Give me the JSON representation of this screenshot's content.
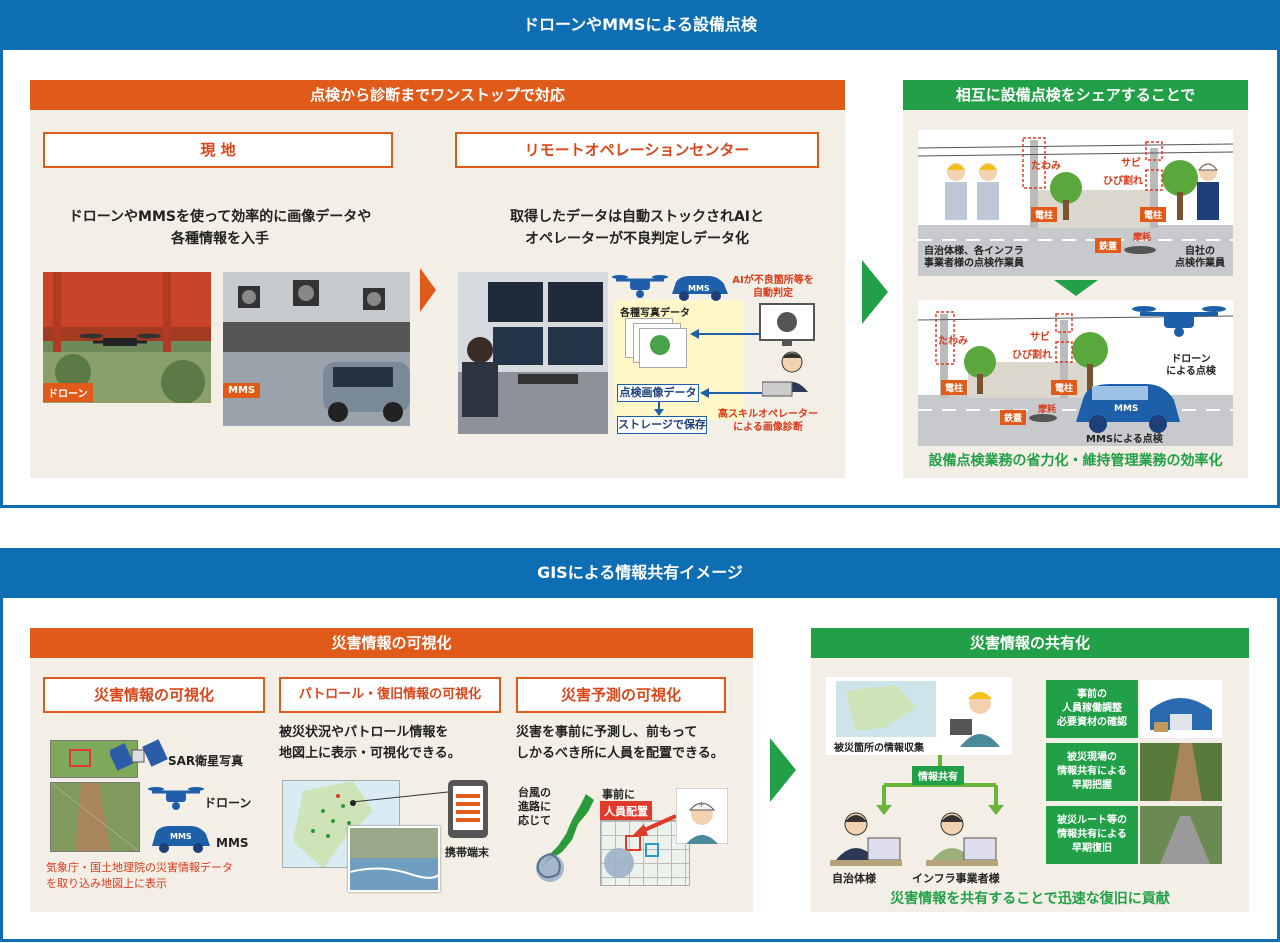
{
  "section1": {
    "title": "ドローンやMMSによる設備点検",
    "left": {
      "header": "点検から診断までワンストップで対応",
      "genchi": {
        "label": "現 地",
        "desc_l1": "ドローンやMMSを使って効率的に画像データや",
        "desc_l2": "各種情報を入手",
        "tag_drone": "ドローン",
        "tag_mms": "MMS"
      },
      "remote": {
        "label": "リモートオペレーションセンター",
        "desc_l1": "取得したデータは自動ストックされAIと",
        "desc_l2": "オペレーターが不良判定しデータ化",
        "mms_badge": "MMS",
        "images_label": "各種写真データ",
        "ai_l1": "AIが不良箇所等を",
        "ai_l2": "自動判定",
        "inspection_data": "点検画像データ",
        "storage": "ストレージで保存",
        "op_l1": "高スキルオペレーター",
        "op_l2": "による画像診断"
      }
    },
    "right": {
      "header": "相互に設備点検をシェアすることで",
      "top": {
        "tawami": "たわみ",
        "sabi": "サビ",
        "hibiware": "ひび割れ",
        "pole1": "電柱",
        "pole2": "電柱",
        "tekkai": "鉄蓋",
        "mamo": "摩耗",
        "worker_l1": "自治体様、各インフラ",
        "worker_l2": "事業者様の点検作業員",
        "own_l1": "自社の",
        "own_l2": "点検作業員"
      },
      "bottom": {
        "tawami": "たわみ",
        "sabi": "サビ",
        "hibiware": "ひび割れ",
        "pole1": "電柱",
        "pole2": "電柱",
        "tekkai": "鉄蓋",
        "mamo": "摩耗",
        "drone_l1": "ドローン",
        "drone_l2": "による点検",
        "mms_badge": "MMS",
        "mms_label": "MMSによる点検"
      },
      "footer": "設備点検業務の省力化・維持管理業務の効率化"
    }
  },
  "section2": {
    "title": "GISによる情報共有イメージ",
    "left": {
      "header": "災害情報の可視化",
      "col1": {
        "label": "災害情報の可視化",
        "sar": "SAR衛星写真",
        "drone": "ドローン",
        "mms_badge": "MMS",
        "mms": "MMS",
        "note_l1": "気象庁・国土地理院の災害情報データ",
        "note_l2": "を取り込み地図上に表示"
      },
      "col2": {
        "label": "パトロール・復旧情報の可視化",
        "desc_l1": "被災状況やパトロール情報を",
        "desc_l2": "地図上に表示・可視化できる。",
        "device": "携帯端末"
      },
      "col3": {
        "label": "災害予測の可視化",
        "desc_l1": "災害を事前に予測し、前もって",
        "desc_l2": "しかるべき所に人員を配置できる。",
        "typhoon_l1": "台風の",
        "typhoon_l2": "進路に",
        "typhoon_l3": "応じて",
        "jizen": "事前に",
        "jinin": "人員配置"
      }
    },
    "right": {
      "header": "災害情報の共有化",
      "collect": "被災箇所の情報収集",
      "share": "情報共有",
      "gov": "自治体様",
      "infra": "インフラ事業者様",
      "cells": [
        {
          "l1": "事前の",
          "l2": "人員稼働調整",
          "l3": "必要資材の確認"
        },
        {
          "l1": "被災現場の",
          "l2": "情報共有による",
          "l3": "早期把握"
        },
        {
          "l1": "被災ルート等の",
          "l2": "情報共有による",
          "l3": "早期復旧"
        }
      ],
      "footer": "災害情報を共有することで迅速な復旧に貢献"
    }
  }
}
